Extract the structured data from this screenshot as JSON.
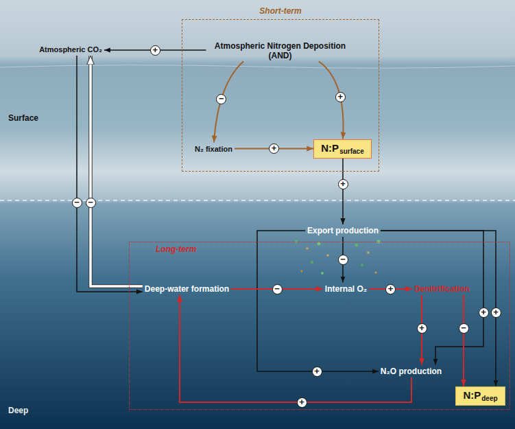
{
  "diagram": {
    "nodes": [
      {
        "text": [
          "Atmospheric CO₂"
        ]
      },
      {
        "text": [
          "Short-term"
        ]
      },
      {
        "text": [
          "Atmospheric Nitrogen Deposition (AND)"
        ],
        "in": 1
      },
      {
        "text": [
          "N₂ fixation"
        ],
        "in": 1
      },
      {
        "text": [
          "N:P",
          "surface"
        ],
        "in": 1
      },
      {
        "text": [
          "Export production"
        ]
      },
      {
        "text": [
          "Long-term"
        ]
      },
      {
        "text": [
          "Deep-water formation"
        ],
        "in": 6
      },
      {
        "text": [
          "Internal O₂"
        ],
        "in": 6
      },
      {
        "text": [
          "Denitrification"
        ],
        "in": 6
      },
      {
        "text": [
          "N₂O production"
        ],
        "in": 6
      },
      {
        "text": [
          "N:P",
          "deep"
        ],
        "in": 6
      }
    ],
    "edges": [
      {
        "from": 2,
        "to": 0,
        "label": "+",
        "arrow": "to"
      },
      {
        "from": 2,
        "to": 3,
        "label": "−",
        "arrow": "to"
      },
      {
        "from": 2,
        "to": 4,
        "label": "+",
        "arrow": "to"
      },
      {
        "from": 3,
        "to": 4,
        "label": "+",
        "arrow": "to"
      },
      {
        "from": 4,
        "to": 5,
        "label": "+",
        "arrow": "to"
      },
      {
        "from": 0,
        "to": 7,
        "label": "−",
        "arrow": "to"
      },
      {
        "from": 7,
        "to": 0,
        "label": "−",
        "arrow": "to"
      },
      {
        "from": 5,
        "to": 8,
        "label": "−",
        "arrow": "to"
      },
      {
        "from": 5,
        "to": 10,
        "label": "+",
        "arrow": "to"
      },
      {
        "from": 5,
        "to": 10,
        "label": "+",
        "arrow": "to"
      },
      {
        "from": 5,
        "to": 11,
        "label": "+",
        "arrow": "to"
      },
      {
        "from": 7,
        "to": 8,
        "label": "−",
        "arrow": "to"
      },
      {
        "from": 8,
        "to": 9,
        "label": "+",
        "arrow": "to"
      },
      {
        "from": 9,
        "to": 10,
        "label": "+",
        "arrow": "to"
      },
      {
        "from": 9,
        "to": 11,
        "label": "−",
        "arrow": "to"
      },
      {
        "from": 10,
        "to": 7,
        "label": "+",
        "arrow": "to"
      }
    ],
    "labels": [
      "Surface",
      "Deep"
    ]
  }
}
